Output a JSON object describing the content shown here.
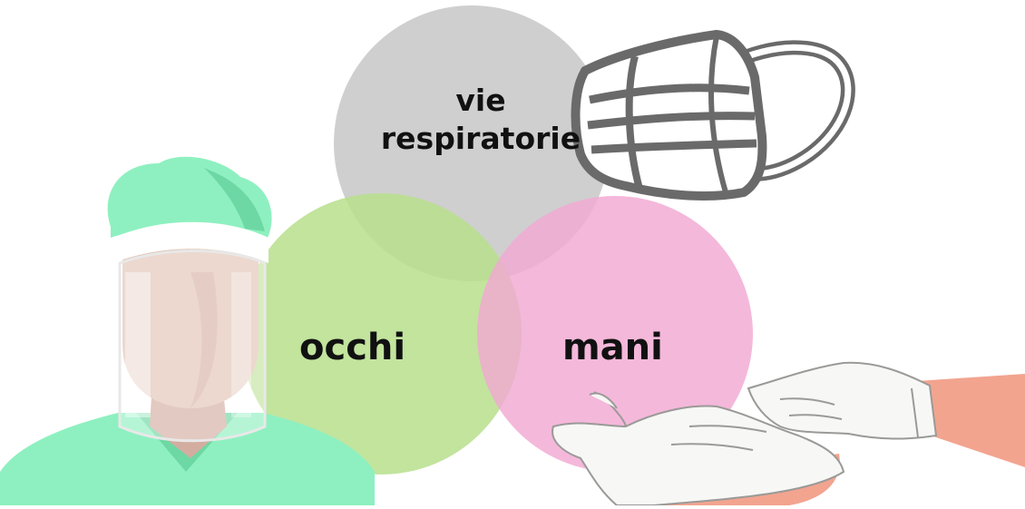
{
  "diagram": {
    "circles": [
      {
        "id": "respiratory",
        "label_line1": "vie",
        "label_line2": "respiratorie",
        "color": "#c7c7c7"
      },
      {
        "id": "eyes",
        "label": "occhi",
        "color": "#b7df8c"
      },
      {
        "id": "hands",
        "label": "mani",
        "color": "#f1a8d2"
      }
    ]
  },
  "illustrations": {
    "mask": "surgical-mask-icon",
    "face_shield_person": "face-shield-person-icon",
    "gloves": "gloved-hands-icon"
  },
  "colors": {
    "scrubs": "#8ef0c0",
    "skin": "#e2c4b4",
    "mask_outline": "#6a6a6a",
    "glove": "#f7f7f5",
    "arm": "#f2a48f"
  }
}
